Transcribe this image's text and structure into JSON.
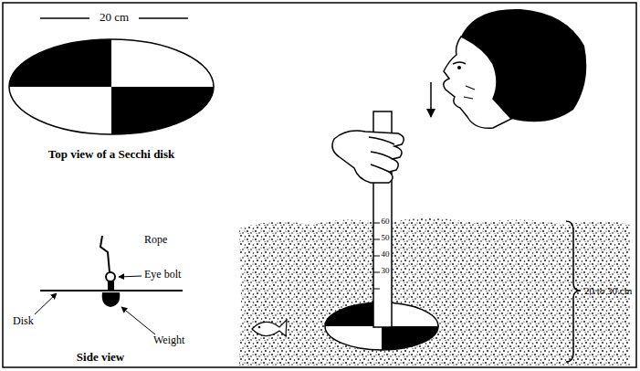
{
  "diagram": {
    "labels": [
      "20 cm",
      "Top view of a Secchi disk",
      "Rope",
      "Eye bolt",
      "Disk",
      "Weight",
      "Side view",
      "60",
      "50",
      "40",
      "30",
      "20 to 30 cm"
    ]
  }
}
